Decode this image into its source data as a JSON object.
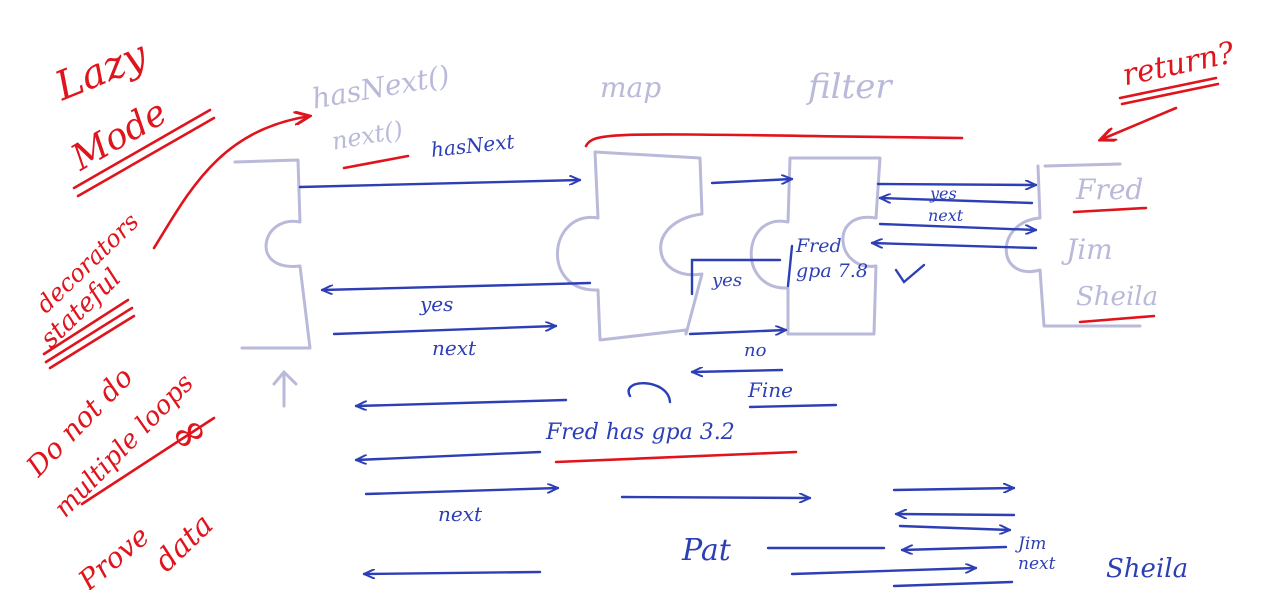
{
  "colors": {
    "ink_red": "#e0141c",
    "ink_blue": "#2d3fb5",
    "ink_lavender": "#b9b9da",
    "background": "#ffffff"
  },
  "notes": {
    "lazy": "Lazy",
    "mode": "Mode",
    "decorators": "decorators",
    "stateful": "stateful",
    "do_not_do": "Do not do",
    "multiple_loops": "multiple loops",
    "prove": "Prove",
    "infinity": "∞",
    "data": "data",
    "return": "return?"
  },
  "stages": {
    "source_methods_1": "hasNext()",
    "source_methods_2": "next()",
    "map": "map",
    "filter": "filter",
    "source_marker": "↑"
  },
  "sink_items": [
    "Fred",
    "Jim",
    "Sheila"
  ],
  "messages": {
    "hasnext": "hasNext",
    "yes": "yes",
    "next": "next",
    "yes2": "yes",
    "yes3": "yes",
    "next2": "next",
    "no": "no",
    "fred_gpa": "Fred gpa 7.8",
    "fine": "Fine",
    "fred_has_gpa": "Fred has gpa 3.2",
    "next3": "next",
    "pat": "Pat",
    "jim_next": "Jim next",
    "sheila": "Sheila"
  }
}
